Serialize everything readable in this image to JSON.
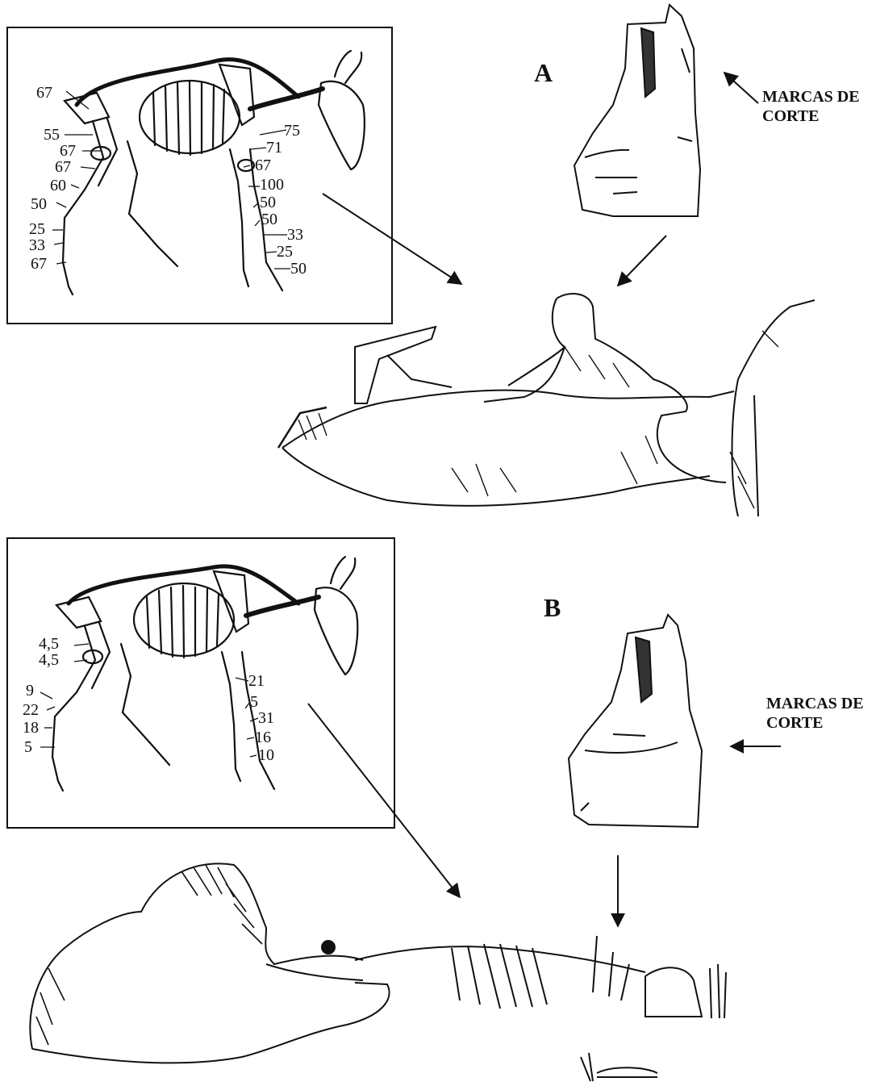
{
  "section_a": {
    "letter": "A",
    "cut_marks_line1": "MARCAS DE",
    "cut_marks_line2": "CORTE",
    "skeleton_numbers": [
      "67",
      "55",
      "67",
      "67",
      "60",
      "50",
      "25",
      "33",
      "67",
      "75",
      "71",
      "67",
      "100",
      "50",
      "50",
      "33",
      "25",
      "50"
    ]
  },
  "section_b": {
    "letter": "B",
    "cut_marks_line1": "MARCAS DE",
    "cut_marks_line2": "CORTE",
    "skeleton_numbers": [
      "4,5",
      "4,5",
      "9",
      "22",
      "18",
      "5",
      "21",
      "5",
      "31",
      "16",
      "10"
    ]
  }
}
